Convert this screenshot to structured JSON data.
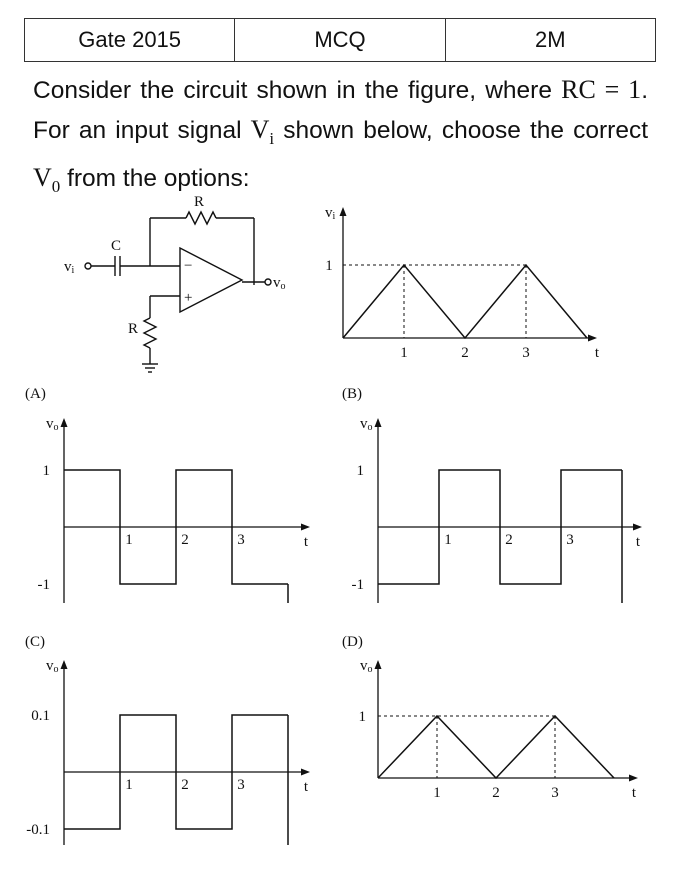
{
  "header": {
    "exam": "Gate 2015",
    "type": "MCQ",
    "marks": "2M"
  },
  "question": {
    "part1": "Consider the circuit shown in the figure, where ",
    "rc_eq": "RC = 1",
    "part2": ". For an input signal ",
    "vi_main": "V",
    "vi_sub": "i",
    "part3": " shown below, choose the correct ",
    "vo_main": "V",
    "vo_sub": "0",
    "part4": " from the options:"
  },
  "circuit": {
    "r_feedback": "R",
    "capacitor": "C",
    "vi_main": "v",
    "vi_sub": "i",
    "vo_main": "v",
    "vo_sub": "o",
    "r_ground": "R",
    "minus": "−",
    "plus": "+"
  },
  "input_graph": {
    "y_main": "v",
    "y_sub": "i",
    "y_tick": "1",
    "x_ticks": [
      "1",
      "2",
      "3"
    ],
    "x_label": "t",
    "points": [
      [
        0,
        0
      ],
      [
        1,
        1
      ],
      [
        2,
        0
      ],
      [
        3,
        1
      ],
      [
        4,
        0
      ]
    ]
  },
  "options": [
    {
      "label": "(A)",
      "y_main": "v",
      "y_sub": "o",
      "y_top": "1",
      "y_bottom": "-1",
      "x_ticks": [
        "1",
        "2",
        "3"
      ],
      "x_label": "t",
      "shape": "square",
      "levels": [
        1,
        -1,
        1,
        -1
      ]
    },
    {
      "label": "(B)",
      "y_main": "v",
      "y_sub": "o",
      "y_top": "1",
      "y_bottom": "-1",
      "x_ticks": [
        "1",
        "2",
        "3"
      ],
      "x_label": "t",
      "shape": "square",
      "levels": [
        -1,
        1,
        -1,
        1
      ]
    },
    {
      "label": "(C)",
      "y_main": "v",
      "y_sub": "o",
      "y_top": "0.1",
      "y_bottom": "-0.1",
      "x_ticks": [
        "1",
        "2",
        "3"
      ],
      "x_label": "t",
      "shape": "square",
      "levels": [
        -0.1,
        0.1,
        -0.1,
        0.1
      ]
    },
    {
      "label": "(D)",
      "y_main": "v",
      "y_sub": "o",
      "y_top": "1",
      "y_bottom": "",
      "x_ticks": [
        "1",
        "2",
        "3"
      ],
      "x_label": "t",
      "shape": "triangle",
      "points": [
        [
          0,
          0
        ],
        [
          1,
          1
        ],
        [
          2,
          0
        ],
        [
          3,
          1
        ],
        [
          4,
          0
        ]
      ]
    }
  ]
}
